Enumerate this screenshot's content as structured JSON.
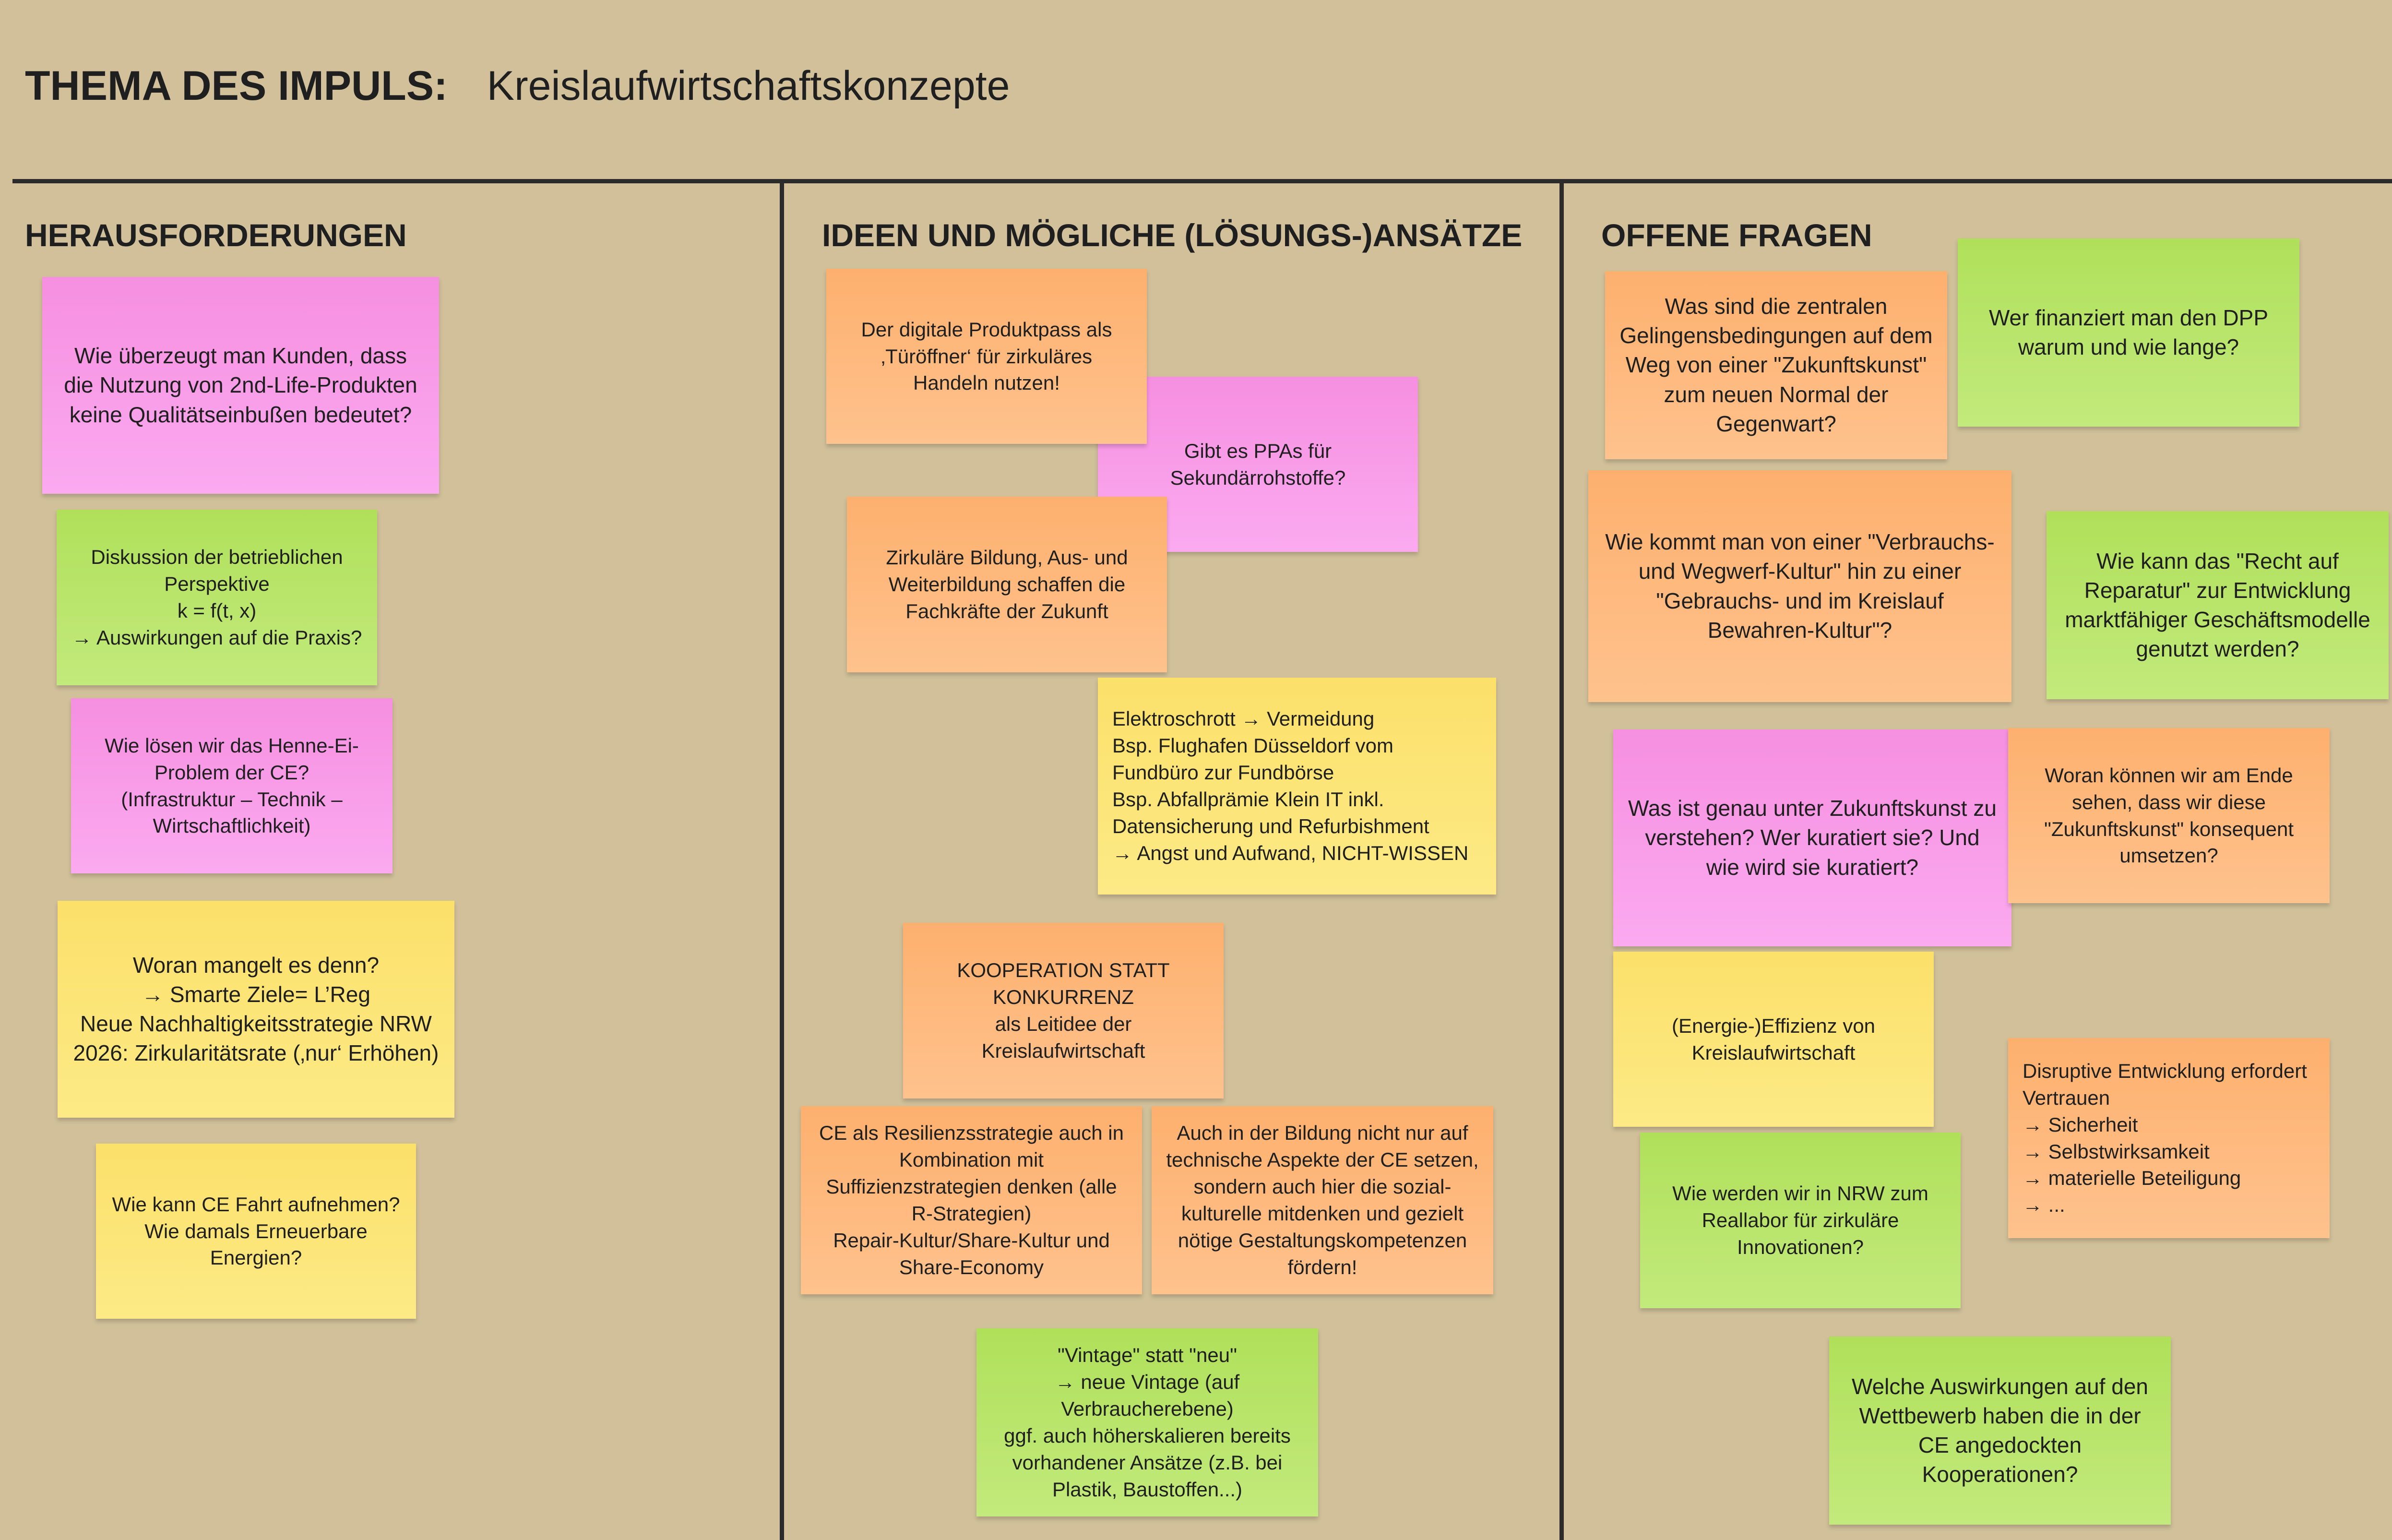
{
  "header": {
    "label": "THEMA DES IMPULS:",
    "topic": "Kreislaufwirtschaftskonzepte"
  },
  "columns": [
    {
      "title": "HERAUSFORDERUNGEN"
    },
    {
      "title": "IDEEN UND MÖGLICHE (LÖSUNGS-)ANSÄTZE"
    },
    {
      "title": "OFFENE FRAGEN"
    }
  ],
  "colors": {
    "background": "#d1c09a",
    "pink": "#f8a0e9",
    "green": "#b6e46a",
    "yellow": "#fce577",
    "orange": "#feb97f",
    "lines": "#2b2b2b"
  },
  "notes": {
    "challenges": [
      {
        "color": "pink",
        "text": "Wie überzeugt man Kunden, dass die Nutzung von 2nd-Life-Produkten keine Qualitätseinbußen bedeutet?"
      },
      {
        "color": "green",
        "text": "Diskussion der betrieblichen Perspektive\nk = f(t, x)\n→ Auswirkungen auf die Praxis?"
      },
      {
        "color": "pink",
        "text": "Wie lösen wir das Henne-Ei-Problem der CE?\n(Infrastruktur – Technik – Wirtschaftlichkeit)"
      },
      {
        "color": "yellow",
        "text": "Woran mangelt es denn?\n→ Smarte Ziele= L’Reg\nNeue Nachhaltigkeitsstrategie NRW 2026: Zirkularitätsrate (‚nur‘ Erhöhen)"
      },
      {
        "color": "yellow",
        "text": "Wie kann CE Fahrt aufnehmen?\nWie damals Erneuerbare Energien?"
      }
    ],
    "ideas": [
      {
        "color": "pink",
        "text": "Gibt es PPAs für Sekundärrohstoffe?"
      },
      {
        "color": "orange",
        "text": "Der digitale Produktpass als ‚Türöffner‘ für zirkuläres Handeln nutzen!"
      },
      {
        "color": "orange",
        "text": "Zirkuläre Bildung, Aus- und Weiterbildung schaffen die Fachkräfte der Zukunft"
      },
      {
        "color": "yellow",
        "text": "Elektroschrott → Vermeidung\nBsp. Flughafen Düsseldorf vom Fundbüro zur Fundbörse\nBsp. Abfallprämie Klein IT inkl. Datensicherung und Refurbishment\n→ Angst und Aufwand, NICHT-WISSEN"
      },
      {
        "color": "orange",
        "text": "KOOPERATION STATT KONKURRENZ\nals Leitidee der Kreislaufwirtschaft"
      },
      {
        "color": "orange",
        "text": "CE als Resilienzsstrategie auch in Kombination mit Suffizienzstrategien denken (alle R-Strategien)\nRepair-Kultur/Share-Kultur und Share-Economy"
      },
      {
        "color": "orange",
        "text": "Auch in der Bildung nicht nur auf technische Aspekte der CE setzen, sondern auch hier die sozial-kulturelle mitdenken und gezielt nötige Gestaltungskompetenzen fördern!"
      },
      {
        "color": "green",
        "text": "\"Vintage\" statt \"neu\"\n→ neue Vintage (auf Verbraucherebene)\nggf. auch höherskalieren bereits vorhandener Ansätze (z.B. bei Plastik, Baustoffen...)"
      }
    ],
    "questions": [
      {
        "color": "orange",
        "text": "Was sind die zentralen Gelingensbedingungen auf dem Weg von einer \"Zukunftskunst\" zum neuen Normal der Gegenwart?"
      },
      {
        "color": "green",
        "text": "Wer finanziert man den DPP warum und wie lange?"
      },
      {
        "color": "orange",
        "text": "Wie kommt man von einer \"Verbrauchs- und Wegwerf-Kultur\" hin zu einer \"Gebrauchs- und im Kreislauf Bewahren-Kultur\"?"
      },
      {
        "color": "green",
        "text": "Wie kann das \"Recht auf Reparatur\" zur Entwicklung marktfähiger Geschäftsmodelle genutzt werden?"
      },
      {
        "color": "pink",
        "text": "Was ist genau unter Zukunftskunst zu verstehen? Wer kuratiert sie? Und wie wird sie kuratiert?"
      },
      {
        "color": "orange",
        "text": "Woran können wir am Ende sehen, dass wir diese \"Zukunftskunst\" konsequent umsetzen?"
      },
      {
        "color": "yellow",
        "text": "(Energie-)Effizienz von Kreislaufwirtschaft"
      },
      {
        "color": "orange",
        "text": "Disruptive Entwicklung erfordert Vertrauen\n→ Sicherheit\n→ Selbstwirksamkeit\n→ materielle Beteiligung\n→ ..."
      },
      {
        "color": "green",
        "text": "Wie werden wir in NRW zum Reallabor für zirkuläre Innovationen?"
      },
      {
        "color": "green",
        "text": "Welche Auswirkungen auf den Wettbewerb haben die in der CE angedockten Kooperationen?"
      }
    ]
  }
}
